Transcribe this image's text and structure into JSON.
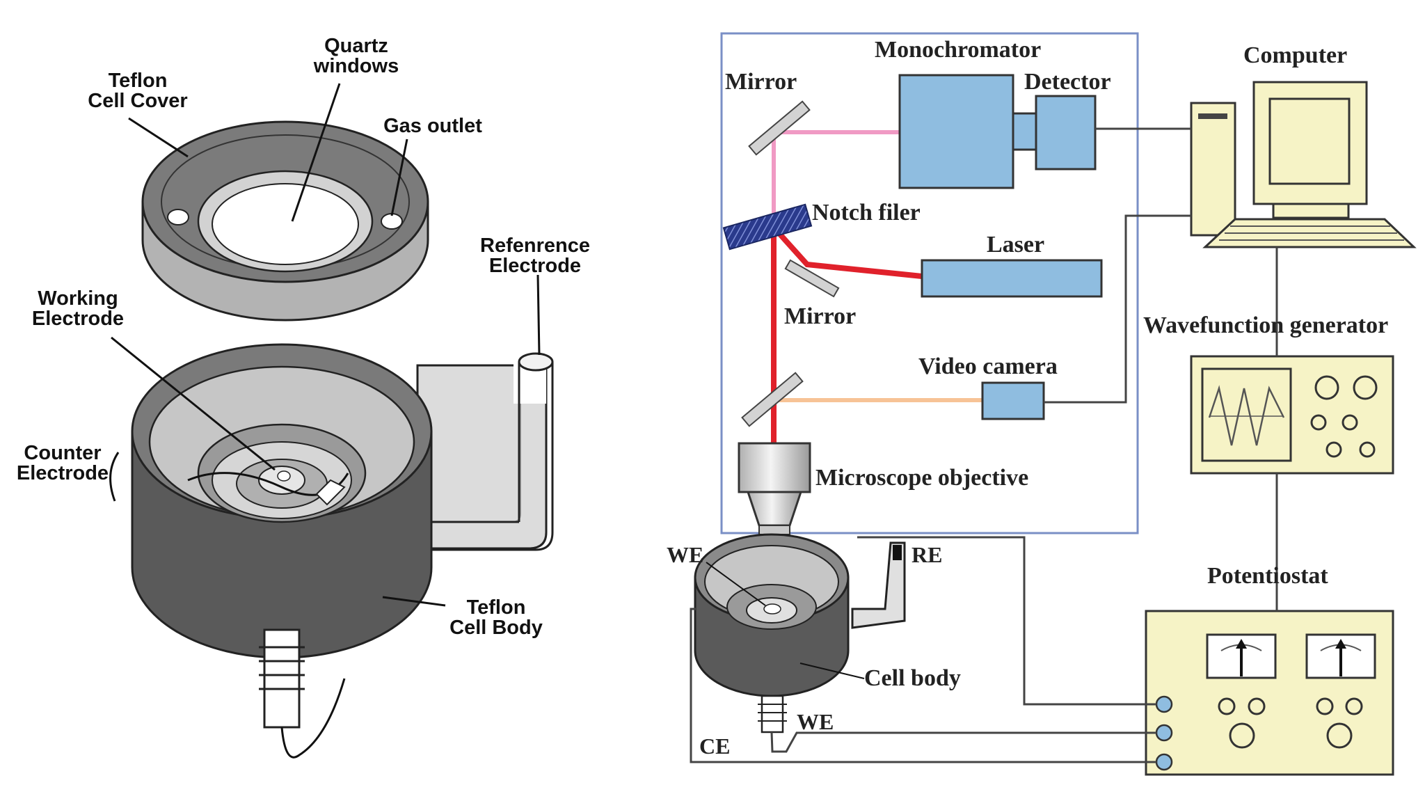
{
  "left_panel": {
    "quartz_windows": [
      "Quartz",
      "windows"
    ],
    "teflon_cell_cover": [
      "Teflon",
      "Cell Cover"
    ],
    "gas_outlet": "Gas outlet",
    "reference_electrode": [
      "Refenrence",
      "Electrode"
    ],
    "working_electrode": [
      "Working",
      "Electrode"
    ],
    "counter_electrode": [
      "Counter",
      "Electrode"
    ],
    "teflon_cell_body": [
      "Teflon",
      "Cell Body"
    ]
  },
  "right_panel": {
    "monochromator": "Monochromator",
    "detector": "Detector",
    "computer": "Computer",
    "mirror_top": "Mirror",
    "notch_filter": "Notch filer",
    "laser": "Laser",
    "mirror_middle": "Mirror",
    "wavefunction_generator": "Wavefunction generator",
    "video_camera": "Video camera",
    "microscope_objective": "Microscope objective",
    "potentiostat": "Potentiostat",
    "we_top": "WE",
    "re": "RE",
    "cell_body": "Cell body",
    "we_bottom": "WE",
    "ce": "CE"
  },
  "colors": {
    "component_blue": "#8fbde0",
    "instrument_yellow": "#f6f3c6",
    "laser_red": "#e0212b",
    "raman_pink": "#f09ac4",
    "camera_beam_orange": "#f7c396",
    "enclosure_border": "#7a8fc6",
    "teflon_dark": "#595959",
    "teflon_light": "#b9b9b9",
    "notch_filter_navy": "#2a3a8c"
  }
}
